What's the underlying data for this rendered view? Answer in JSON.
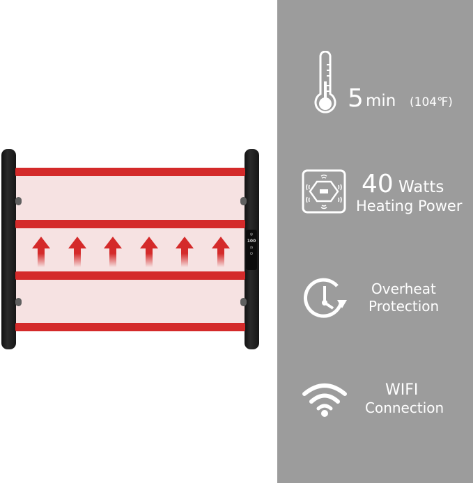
{
  "product": {
    "display_readout": "100",
    "arrow_count": 6,
    "colors": {
      "rail": "#d42a2a",
      "panel": "#f6e2e2",
      "background": "#9c9c9c",
      "post": "#1a1a1a"
    }
  },
  "features": [
    {
      "icon": "thermometer-icon",
      "value": "5",
      "unit": "min",
      "detail": "(104℉)"
    },
    {
      "icon": "heating-element-icon",
      "value": "40",
      "unit": "Watts",
      "detail": "Heating Power"
    },
    {
      "icon": "clock-refresh-icon",
      "line1": "Overheat",
      "line2": "Protection"
    },
    {
      "icon": "wifi-icon",
      "line1": "WIFI",
      "line2": "Connection"
    }
  ]
}
